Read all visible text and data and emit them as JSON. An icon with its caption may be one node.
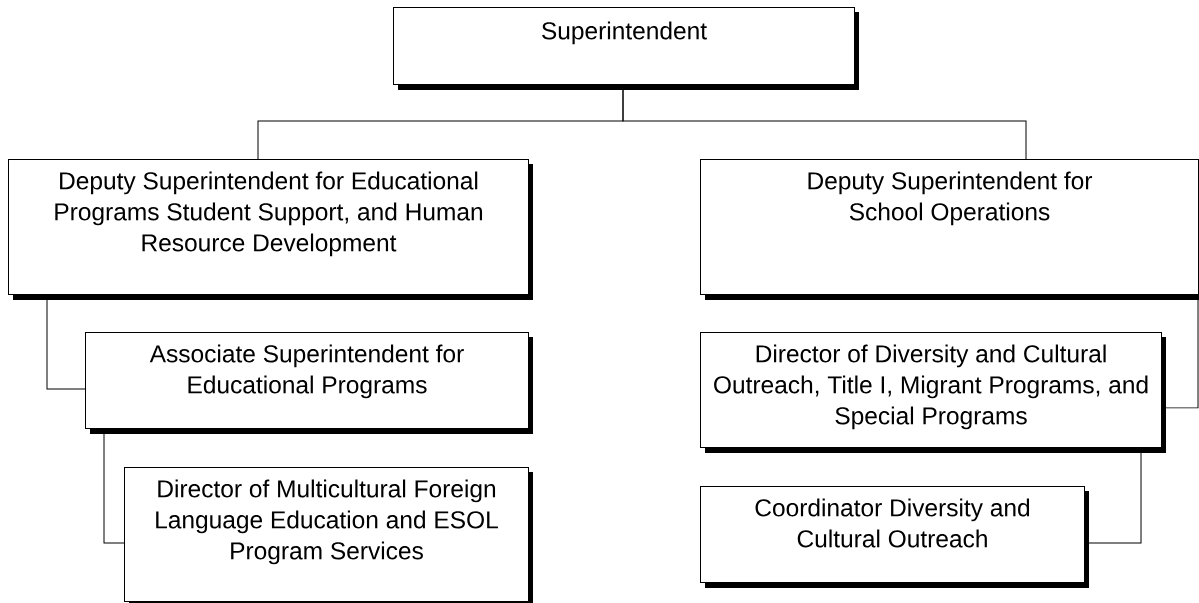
{
  "diagram": {
    "nodes": [
      {
        "text": [
          "Superintendent"
        ]
      },
      {
        "text": [
          "Deputy Superintendent for Educational Programs Student Support, and Human Resource Development"
        ]
      },
      {
        "text": [
          "Deputy Superintendent for School Operations"
        ]
      },
      {
        "text": [
          "Associate Superintendent for Educational Programs"
        ]
      },
      {
        "text": [
          "Director of Multicultural Foreign Language Education and ESOL Program Services"
        ]
      },
      {
        "text": [
          "Director of Diversity and Cultural Outreach, Title I, Migrant Programs, and Special Programs"
        ]
      },
      {
        "text": [
          "Coordinator Diversity and Cultural Outreach"
        ]
      }
    ],
    "edges": [
      {
        "from": 0,
        "to": 1,
        "arrow": "none"
      },
      {
        "from": 0,
        "to": 2,
        "arrow": "none"
      },
      {
        "from": 1,
        "to": 3,
        "arrow": "none"
      },
      {
        "from": 3,
        "to": 4,
        "arrow": "none"
      },
      {
        "from": 2,
        "to": 5,
        "arrow": "none"
      },
      {
        "from": 5,
        "to": 6,
        "arrow": "none"
      }
    ]
  }
}
